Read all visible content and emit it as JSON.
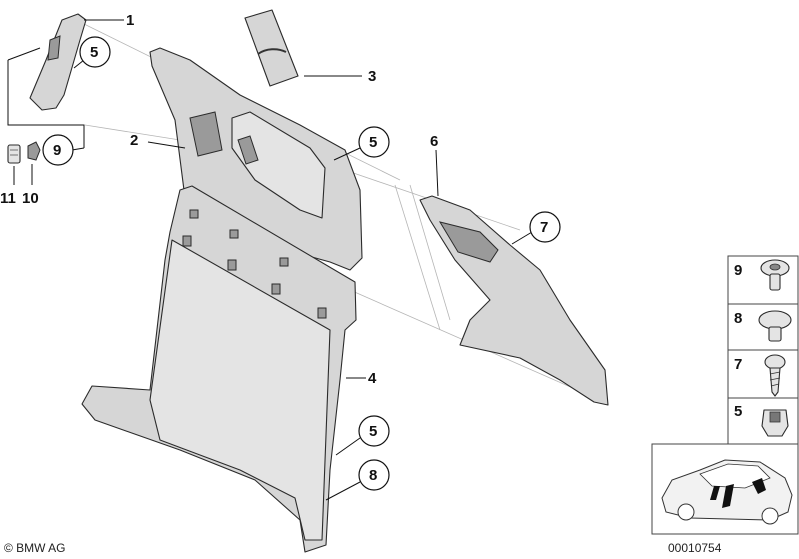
{
  "diagram": {
    "part_numbers": {
      "p1": "1",
      "p2": "2",
      "p3": "3",
      "p4": "4",
      "p5a": "5",
      "p5b": "5",
      "p5c": "5",
      "p6": "6",
      "p7": "7",
      "p8": "8",
      "p9": "9",
      "p10": "10",
      "p11": "11"
    },
    "legend": {
      "items": [
        "9",
        "8",
        "7",
        "5"
      ]
    },
    "copyright": "© BMW AG",
    "drawing_number": "00010754"
  }
}
